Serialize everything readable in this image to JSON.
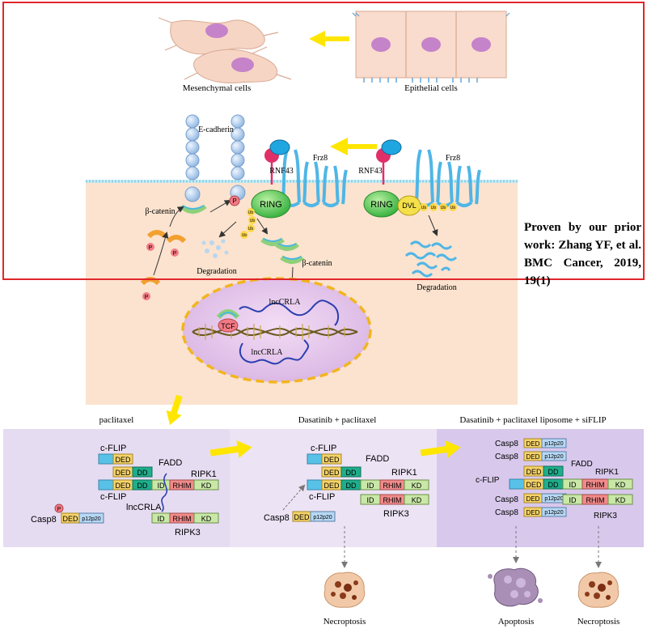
{
  "labels": {
    "mesenchymal": "Mesenchymal cells",
    "epithelial": "Epithelial cells",
    "ecadherin": "E-cadherin",
    "frz8_left": "Frz8",
    "frz8_right": "Frz8",
    "rnf43_left": "RNF43",
    "rnf43_right": "RNF43",
    "ring_left": "RING",
    "ring_right": "RING",
    "dvl": "DVL",
    "bcatenin_left": "β-catenin",
    "bcatenin_mid": "β-catenin",
    "degradation_left": "Degradation",
    "degradation_right": "Degradation",
    "p": "P",
    "ub": "Ub",
    "tcf": "TCF",
    "lnccrla_top": "lncCRLA",
    "lnccrla_bottom": "lncCRLA",
    "note": "Proven by our prior work: Zhang YF, et al. BMC Cancer, 2019, 19(1)"
  },
  "panels": {
    "p1_title": "paclitaxel",
    "p2_title": "Dasatinib + paclitaxel",
    "p3_title": "Dasatinib + paclitaxel liposome + siFLIP"
  },
  "domains": {
    "cflip": "c-FLIP",
    "fadd": "FADD",
    "ripk1": "RIPK1",
    "ripk3": "RIPK3",
    "casp8": "Casp8",
    "lnccrla": "lncCRLA",
    "ded": "DED",
    "dd": "DD",
    "id": "ID",
    "rhim": "RHIM",
    "kd": "KD",
    "p12p20": "p12p20"
  },
  "outcomes": {
    "necro1": "Necroptosis",
    "apoptosis": "Apoptosis",
    "necro2": "Necroptosis"
  },
  "colors": {
    "frame_red": "#e0262b",
    "cell_bg": "#fbe3cf",
    "bottom_panel": "#e6dcf2",
    "ded": "#f6d36a",
    "dd": "#1fae8c",
    "cflip_cap": "#58c1e8",
    "rhim": "#f28a8a",
    "kd_ripk": "#c9e8a8",
    "arrow_yellow": "#ffe600"
  }
}
